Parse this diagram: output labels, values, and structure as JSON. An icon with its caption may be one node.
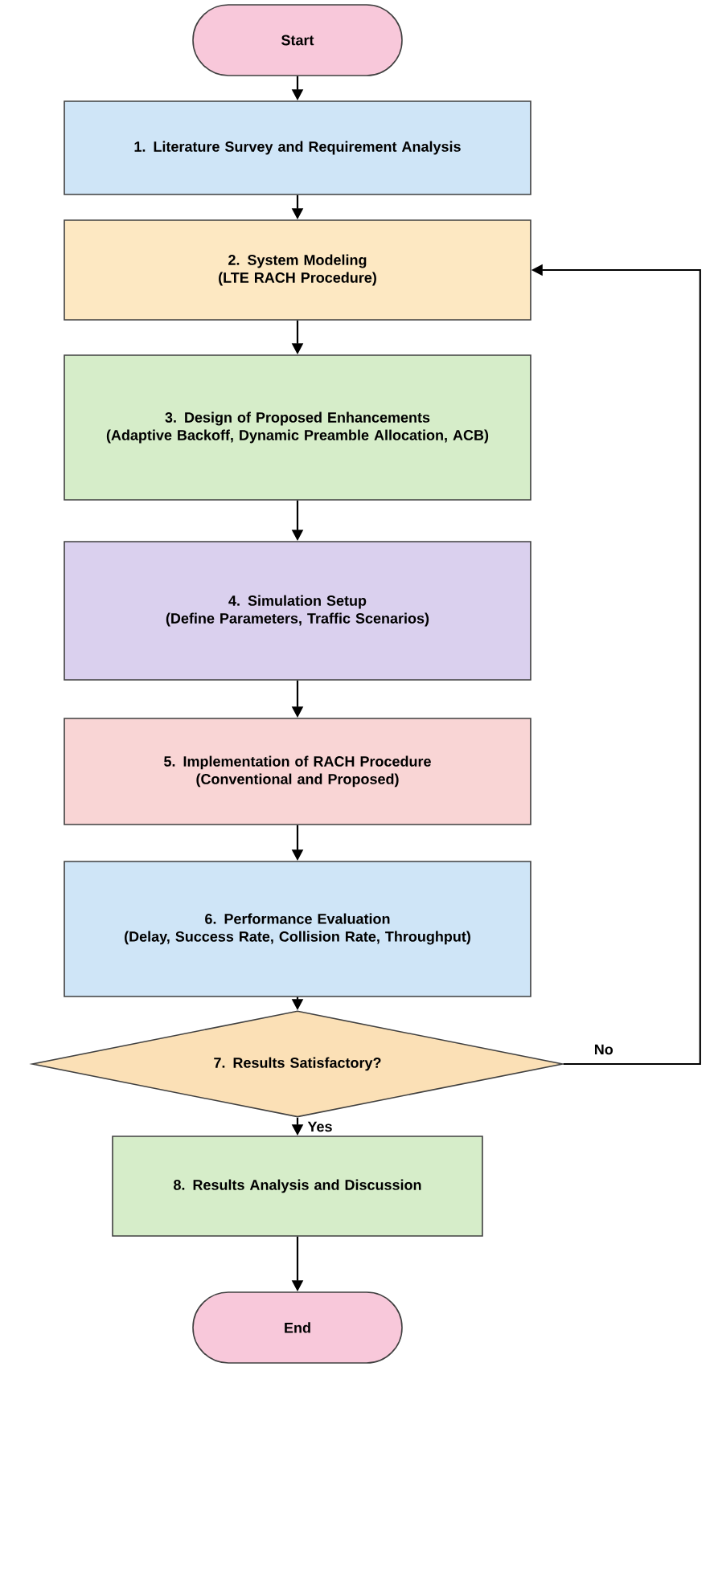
{
  "diagram": {
    "nodes": [
      {
        "text": [
          "Start"
        ]
      },
      {
        "text": [
          "1. Literature Survey and Requirement Analysis"
        ]
      },
      {
        "text": [
          "2. System Modeling",
          "(LTE RACH Procedure)"
        ]
      },
      {
        "text": [
          "3. Design of Proposed Enhancements",
          "(Adaptive Backoff, Dynamic Preamble Allocation, ACB)"
        ]
      },
      {
        "text": [
          "4. Simulation Setup",
          "(Define Parameters, Traffic Scenarios)"
        ]
      },
      {
        "text": [
          "5. Implementation of RACH Procedure",
          "(Conventional and Proposed)"
        ]
      },
      {
        "text": [
          "6. Performance Evaluation",
          "(Delay, Success Rate, Collision Rate, Throughput)"
        ]
      },
      {
        "text": [
          "7. Results Satisfactory?"
        ]
      },
      {
        "text": [
          "8. Results Analysis and Discussion"
        ]
      },
      {
        "text": [
          "End"
        ]
      }
    ],
    "edges": [
      {
        "from": 0,
        "to": 1,
        "arrow": "to"
      },
      {
        "from": 1,
        "to": 2,
        "arrow": "to"
      },
      {
        "from": 2,
        "to": 3,
        "arrow": "to"
      },
      {
        "from": 3,
        "to": 4,
        "arrow": "to"
      },
      {
        "from": 4,
        "to": 5,
        "arrow": "to"
      },
      {
        "from": 5,
        "to": 6,
        "arrow": "to"
      },
      {
        "from": 6,
        "to": 7,
        "arrow": "to"
      },
      {
        "from": 7,
        "to": 8,
        "arrow": "to",
        "label": "Yes"
      },
      {
        "from": 7,
        "to": 2,
        "arrow": "to",
        "label": "No"
      },
      {
        "from": 8,
        "to": 9,
        "arrow": "to"
      }
    ]
  }
}
